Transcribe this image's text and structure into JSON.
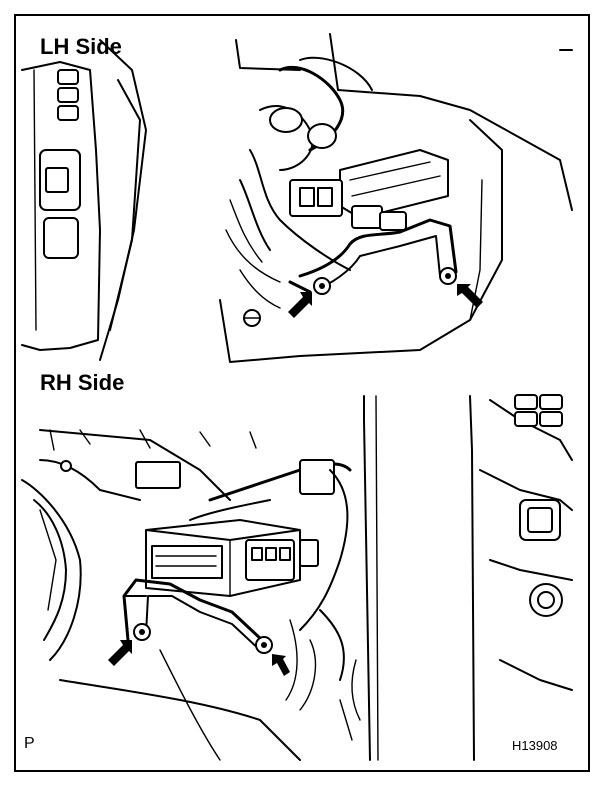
{
  "labels": {
    "lh_side": "LH Side",
    "rh_side": "RH Side",
    "corner": "P",
    "figure_code": "H13908"
  },
  "colors": {
    "ink": "#000000",
    "paper": "#ffffff"
  },
  "icons": {
    "pointer": "arrow-icon",
    "fastener": "bolt-icon"
  }
}
